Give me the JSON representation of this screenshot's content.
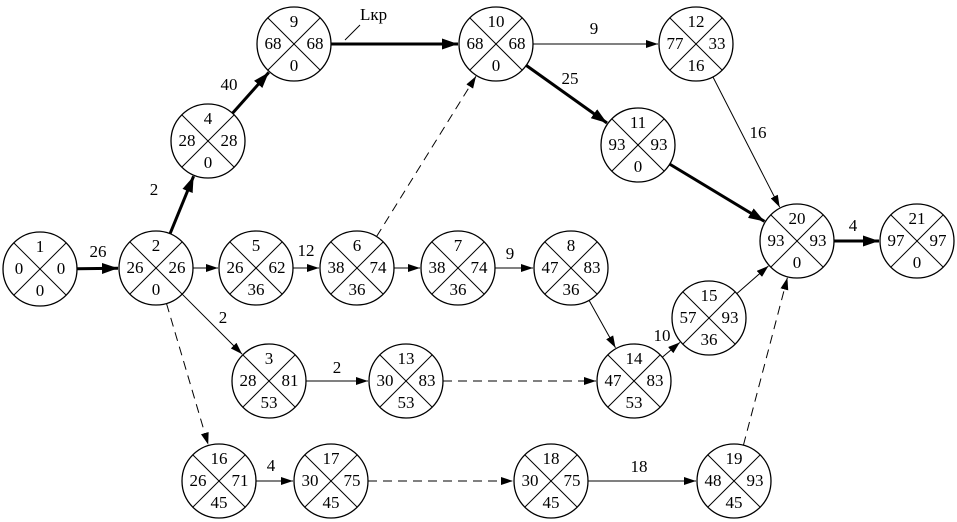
{
  "diagram": {
    "critical_path_label": "Lкр",
    "nodes": [
      {
        "id": "1",
        "left": "0",
        "right": "0",
        "bottom": "0"
      },
      {
        "id": "2",
        "left": "26",
        "right": "26",
        "bottom": "0"
      },
      {
        "id": "4",
        "left": "28",
        "right": "28",
        "bottom": "0"
      },
      {
        "id": "9",
        "left": "68",
        "right": "68",
        "bottom": "0"
      },
      {
        "id": "10",
        "left": "68",
        "right": "68",
        "bottom": "0"
      },
      {
        "id": "12",
        "left": "77",
        "right": "33",
        "bottom": "16"
      },
      {
        "id": "11",
        "left": "93",
        "right": "93",
        "bottom": "0"
      },
      {
        "id": "20",
        "left": "93",
        "right": "93",
        "bottom": "0"
      },
      {
        "id": "21",
        "left": "97",
        "right": "97",
        "bottom": "0"
      },
      {
        "id": "5",
        "left": "26",
        "right": "62",
        "bottom": "36"
      },
      {
        "id": "6",
        "left": "38",
        "right": "74",
        "bottom": "36"
      },
      {
        "id": "7",
        "left": "38",
        "right": "74",
        "bottom": "36"
      },
      {
        "id": "8",
        "left": "47",
        "right": "83",
        "bottom": "36"
      },
      {
        "id": "15",
        "left": "57",
        "right": "93",
        "bottom": "36"
      },
      {
        "id": "3",
        "left": "28",
        "right": "81",
        "bottom": "53"
      },
      {
        "id": "13",
        "left": "30",
        "right": "83",
        "bottom": "53"
      },
      {
        "id": "14",
        "left": "47",
        "right": "83",
        "bottom": "53"
      },
      {
        "id": "16",
        "left": "26",
        "right": "71",
        "bottom": "45"
      },
      {
        "id": "17",
        "left": "30",
        "right": "75",
        "bottom": "45"
      },
      {
        "id": "18",
        "left": "30",
        "right": "75",
        "bottom": "45"
      },
      {
        "id": "19",
        "left": "48",
        "right": "93",
        "bottom": "45"
      }
    ],
    "edges": [
      {
        "from": "1",
        "to": "2",
        "label": "26",
        "style": "bold"
      },
      {
        "from": "2",
        "to": "4",
        "label": "2",
        "style": "bold"
      },
      {
        "from": "4",
        "to": "9",
        "label": "40",
        "style": "bold"
      },
      {
        "from": "9",
        "to": "10",
        "label": "",
        "style": "bold"
      },
      {
        "from": "10",
        "to": "12",
        "label": "9",
        "style": "thin"
      },
      {
        "from": "10",
        "to": "11",
        "label": "25",
        "style": "bold"
      },
      {
        "from": "11",
        "to": "20",
        "label": "",
        "style": "bold"
      },
      {
        "from": "12",
        "to": "20",
        "label": "16",
        "style": "thin"
      },
      {
        "from": "20",
        "to": "21",
        "label": "4",
        "style": "bold"
      },
      {
        "from": "2",
        "to": "5",
        "label": "",
        "style": "thin"
      },
      {
        "from": "5",
        "to": "6",
        "label": "12",
        "style": "thin"
      },
      {
        "from": "6",
        "to": "7",
        "label": "",
        "style": "thin"
      },
      {
        "from": "7",
        "to": "8",
        "label": "9",
        "style": "thin"
      },
      {
        "from": "6",
        "to": "10",
        "label": "",
        "style": "dashed"
      },
      {
        "from": "8",
        "to": "14",
        "label": "",
        "style": "thin"
      },
      {
        "from": "14",
        "to": "15",
        "label": "10",
        "style": "thin"
      },
      {
        "from": "15",
        "to": "20",
        "label": "",
        "style": "thin"
      },
      {
        "from": "2",
        "to": "3",
        "label": "2",
        "style": "thin"
      },
      {
        "from": "3",
        "to": "13",
        "label": "2",
        "style": "thin"
      },
      {
        "from": "13",
        "to": "14",
        "label": "",
        "style": "dashed"
      },
      {
        "from": "2",
        "to": "16",
        "label": "",
        "style": "dashed"
      },
      {
        "from": "16",
        "to": "17",
        "label": "4",
        "style": "thin"
      },
      {
        "from": "17",
        "to": "18",
        "label": "",
        "style": "dashed"
      },
      {
        "from": "18",
        "to": "19",
        "label": "18",
        "style": "thin"
      },
      {
        "from": "19",
        "to": "20",
        "label": "",
        "style": "dashed"
      }
    ]
  }
}
